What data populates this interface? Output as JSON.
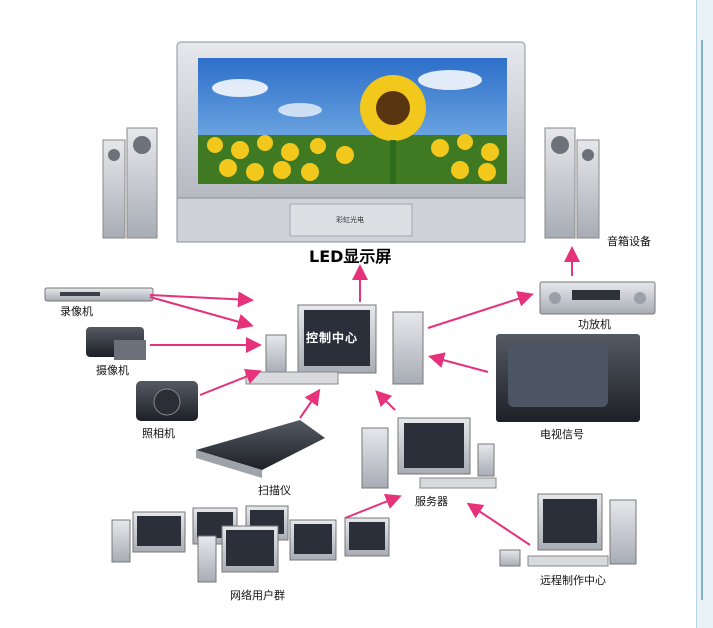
{
  "diagram": {
    "led_screen_label": "LED显示屏",
    "control_center_label": "控制中心",
    "nodes": {
      "speakers": "音箱设备",
      "vcr": "录像机",
      "camcorder": "摄像机",
      "camera": "照相机",
      "scanner": "扫描仪",
      "amplifier": "功放机",
      "tv_signal": "电视信号",
      "server": "服务器",
      "network_users": "网络用户群",
      "remote_center": "远程制作中心"
    },
    "screen_logo": "彩虹光电",
    "colors": {
      "arrow": "#e5327a",
      "device_silver": "#c9ccd3",
      "screen_sky": "#3f7fd6",
      "sunflower": "#f2c81c"
    }
  }
}
